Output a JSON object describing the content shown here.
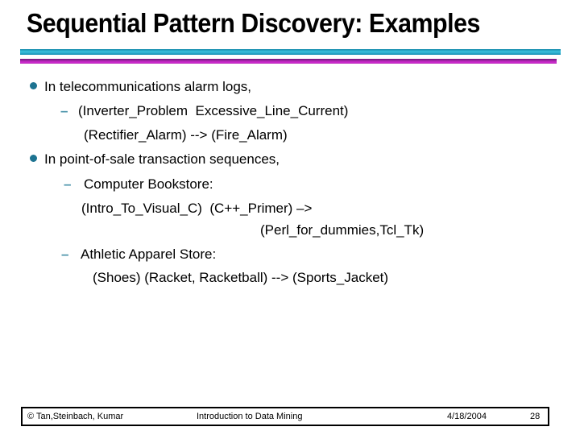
{
  "slide": {
    "title": "Sequential Pattern Discovery: Examples",
    "accent_colors": {
      "top_rule": "#1fa8c9",
      "bottom_rule": "#c02ac0",
      "bullet_teal": "#1d7391"
    },
    "bullets": {
      "bullet1": "In telecommunications alarm logs,",
      "sub1_line1": "(Inverter_Problem  Excessive_Line_Current)",
      "sub1_line2": "(Rectifier_Alarm) --> (Fire_Alarm)",
      "bullet2": "In point-of-sale transaction sequences,",
      "sub2": "Computer Bookstore:",
      "sub2_line1": "(Intro_To_Visual_C)  (C++_Primer) –>",
      "sub2_line2": "(Perl_for_dummies,Tcl_Tk)",
      "sub3": "Athletic Apparel Store:",
      "sub3_line1": "(Shoes) (Racket, Racketball) --> (Sports_Jacket)",
      "dash_glyph": "–"
    },
    "footer": {
      "copyright": "© Tan,Steinbach, Kumar",
      "deck_title": "Introduction to Data Mining",
      "date": "4/18/2004",
      "page_number": "28"
    }
  }
}
